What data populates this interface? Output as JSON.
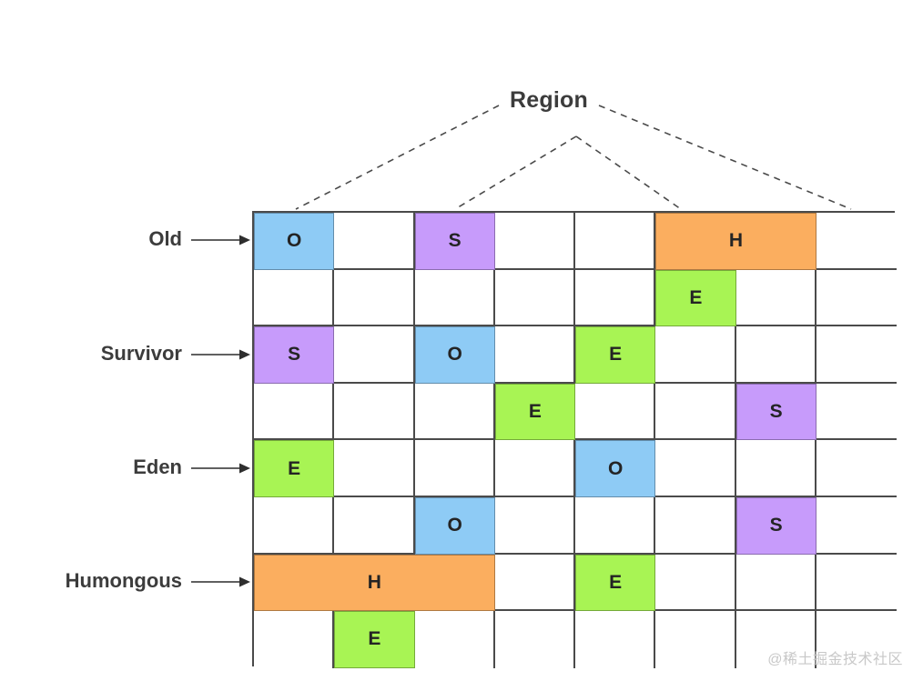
{
  "header": {
    "title": "Region",
    "leader_line_targets_x": [
      325,
      500,
      748,
      935
    ]
  },
  "watermark": "@稀土掘金技术社区",
  "colors": {
    "old": "#8ECBF5",
    "survivor": "#C79BFB",
    "eden": "#A8F454",
    "humongous": "#FBAE5F",
    "grid_line": "#4a4a4a",
    "text": "#3c3c3c",
    "background": "#ffffff"
  },
  "grid": {
    "columns": 8,
    "rows": 8,
    "cell_width": 88.25,
    "cell_height": 62.6
  },
  "row_labels": [
    {
      "text": "Old",
      "row": 1
    },
    {
      "text": "Survivor",
      "row": 3
    },
    {
      "text": "Eden",
      "row": 5
    },
    {
      "text": "Humongous",
      "row": 7
    }
  ],
  "legend": {
    "O": "Old",
    "S": "Survivor",
    "E": "Eden",
    "H": "Humongous"
  },
  "blocks": [
    {
      "label": "O",
      "kind": "old",
      "row": 1,
      "col": 1,
      "span": 1
    },
    {
      "label": "S",
      "kind": "survivor",
      "row": 1,
      "col": 3,
      "span": 1
    },
    {
      "label": "H",
      "kind": "humongous",
      "row": 1,
      "col": 6,
      "span": 2
    },
    {
      "label": "E",
      "kind": "eden",
      "row": 2,
      "col": 6,
      "span": 1
    },
    {
      "label": "S",
      "kind": "survivor",
      "row": 3,
      "col": 1,
      "span": 1
    },
    {
      "label": "O",
      "kind": "old",
      "row": 3,
      "col": 3,
      "span": 1
    },
    {
      "label": "E",
      "kind": "eden",
      "row": 3,
      "col": 5,
      "span": 1
    },
    {
      "label": "E",
      "kind": "eden",
      "row": 4,
      "col": 4,
      "span": 1
    },
    {
      "label": "S",
      "kind": "survivor",
      "row": 4,
      "col": 7,
      "span": 1
    },
    {
      "label": "E",
      "kind": "eden",
      "row": 5,
      "col": 1,
      "span": 1
    },
    {
      "label": "O",
      "kind": "old",
      "row": 5,
      "col": 5,
      "span": 1
    },
    {
      "label": "O",
      "kind": "old",
      "row": 6,
      "col": 3,
      "span": 1
    },
    {
      "label": "S",
      "kind": "survivor",
      "row": 6,
      "col": 7,
      "span": 1
    },
    {
      "label": "H",
      "kind": "humongous",
      "row": 7,
      "col": 1,
      "span": 3
    },
    {
      "label": "E",
      "kind": "eden",
      "row": 7,
      "col": 5,
      "span": 1
    },
    {
      "label": "E",
      "kind": "eden",
      "row": 8,
      "col": 2,
      "span": 1
    }
  ]
}
